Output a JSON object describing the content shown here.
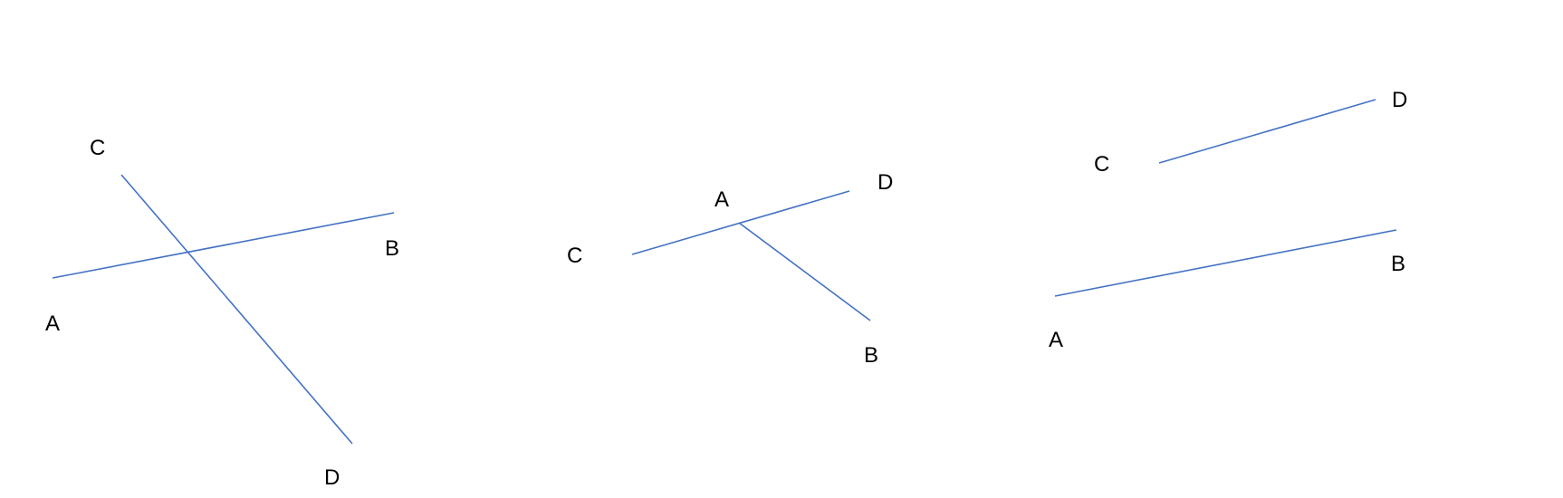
{
  "diagram": {
    "line_color": "#4472c4",
    "panels": [
      {
        "name": "intersecting",
        "labels": {
          "A": "A",
          "B": "B",
          "C": "C",
          "D": "D"
        }
      },
      {
        "name": "touching",
        "labels": {
          "A": "A",
          "B": "B",
          "C": "C",
          "D": "D"
        }
      },
      {
        "name": "separate",
        "labels": {
          "A": "A",
          "B": "B",
          "C": "C",
          "D": "D"
        }
      }
    ]
  }
}
